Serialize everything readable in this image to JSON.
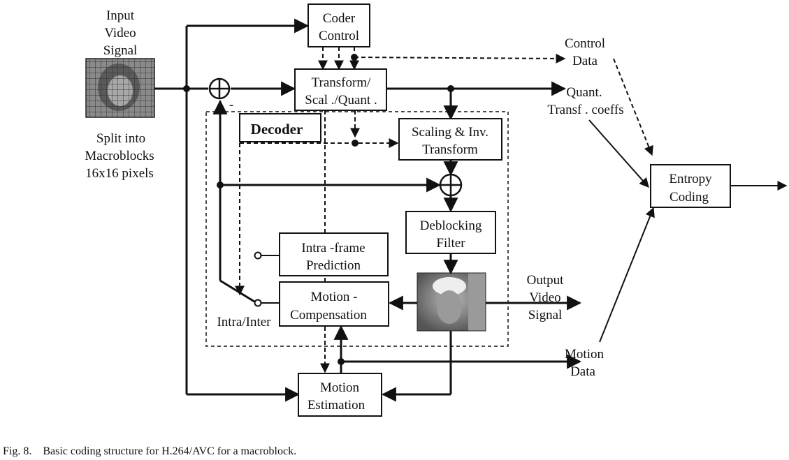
{
  "input": {
    "line1": "Input",
    "line2": "Video",
    "line3": "Signal"
  },
  "split": {
    "line1": "Split into",
    "line2": "Macroblocks",
    "line3": "16x16  pixels"
  },
  "coder_control": {
    "line1": "Coder",
    "line2": "Control"
  },
  "transform": {
    "line1": "Transform/",
    "line2": "Scal ./Quant ."
  },
  "decoder": {
    "label": "Decoder"
  },
  "scaling": {
    "line1": "Scaling & Inv.",
    "line2": "Transform"
  },
  "deblocking": {
    "line1": "Deblocking",
    "line2": "Filter"
  },
  "intra": {
    "line1": "Intra -frame",
    "line2": "Prediction"
  },
  "motion_comp": {
    "line1": "Motion -",
    "line2": "Compensation"
  },
  "motion_est": {
    "line1": "Motion",
    "line2": "Estimation"
  },
  "entropy": {
    "line1": "Entropy",
    "line2": "Coding"
  },
  "control_data": {
    "line1": "Control",
    "line2": "Data"
  },
  "quant": {
    "line1": "Quant.",
    "line2": "Transf . coeffs"
  },
  "output": {
    "line1": "Output",
    "line2": "Video",
    "line3": "Signal"
  },
  "motion_data": {
    "line1": "Motion",
    "line2": "Data"
  },
  "intra_inter": {
    "label": "Intra/Inter"
  },
  "minus": {
    "label": "-"
  },
  "caption": {
    "fig": "Fig. 8.",
    "text": "Basic coding structure for H.264/AVC for a macroblock."
  }
}
